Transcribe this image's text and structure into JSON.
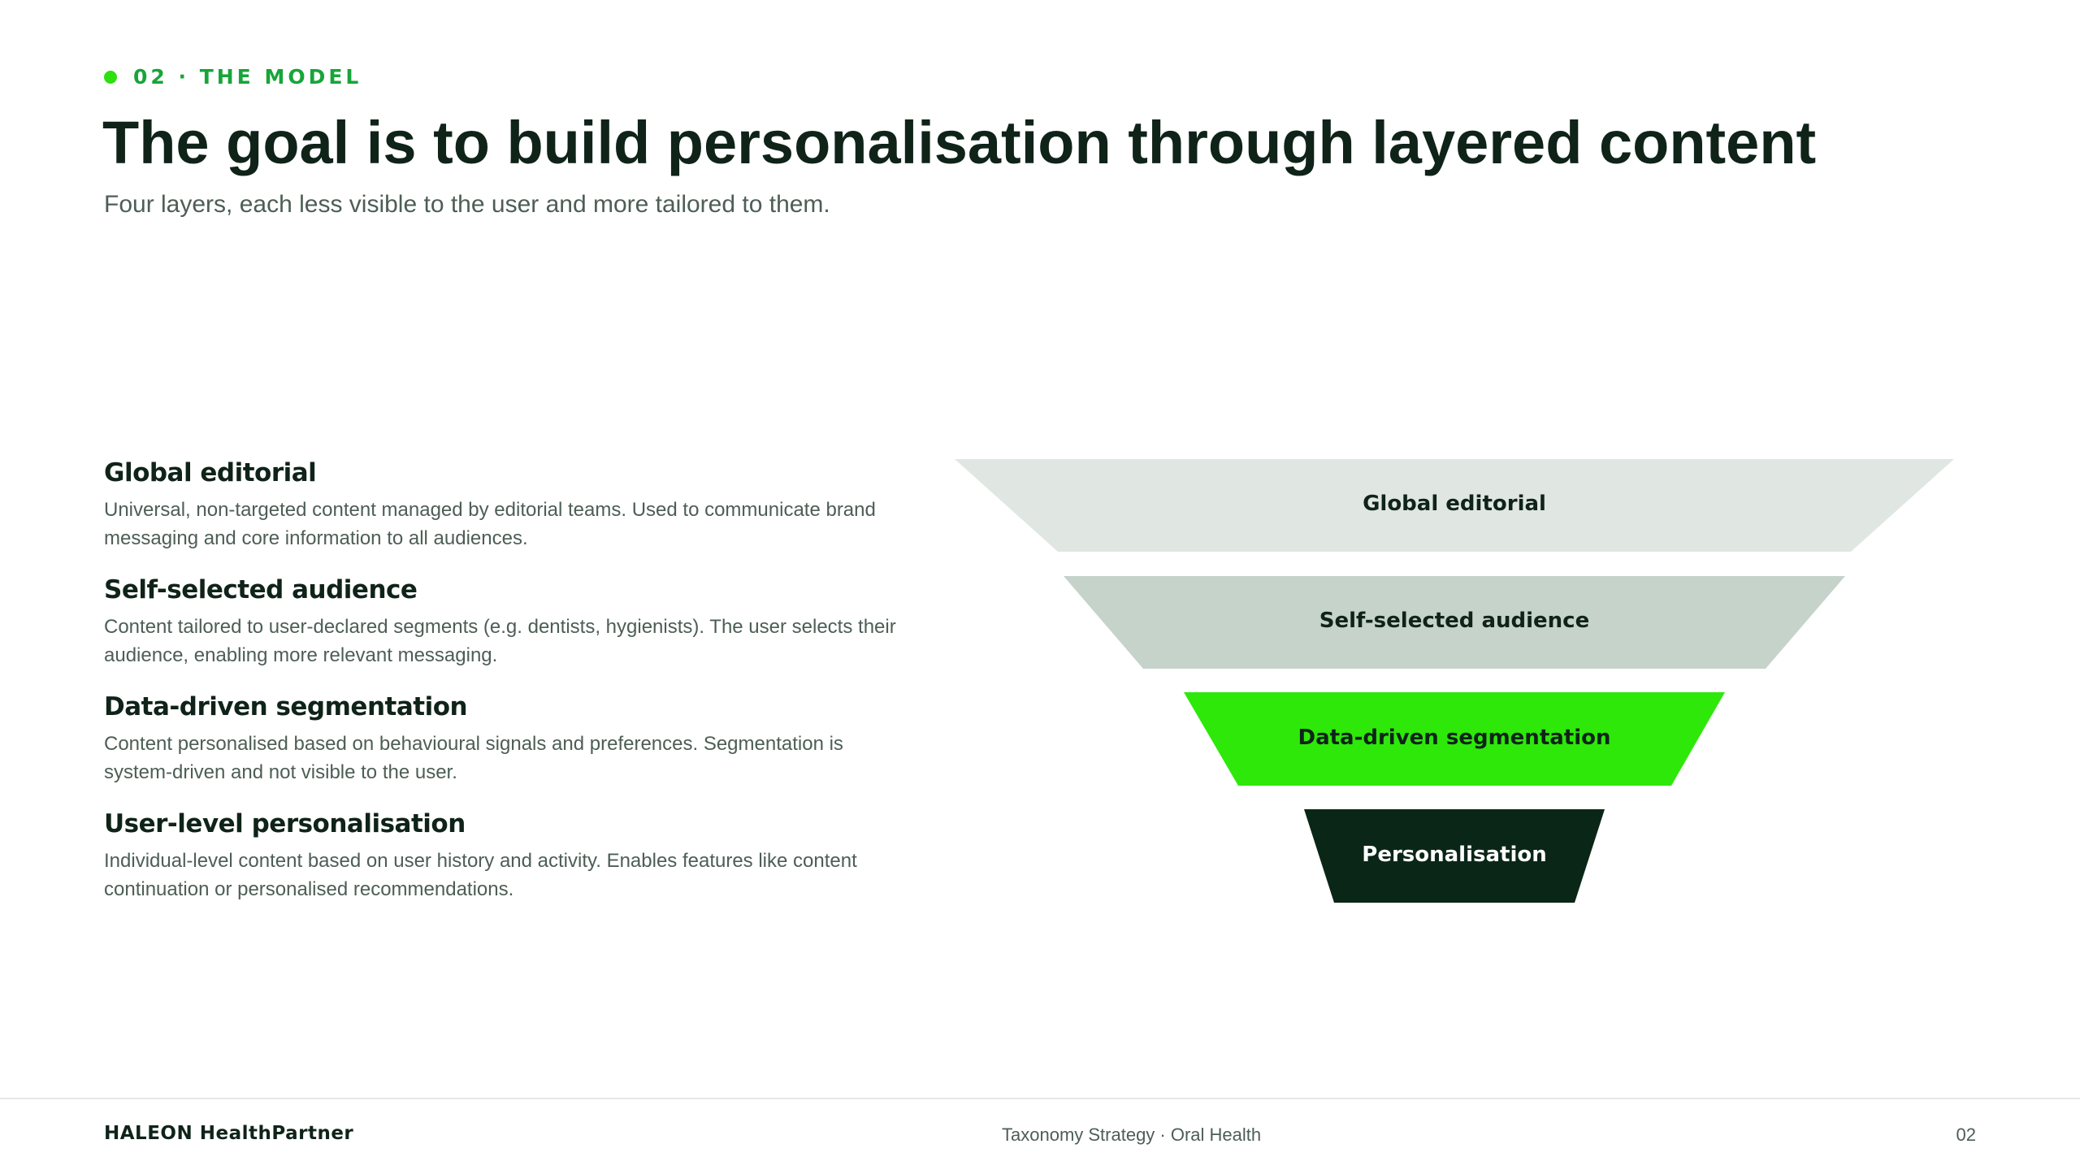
{
  "eyebrow": "02 · THE MODEL",
  "title": "The goal is to build personalisation through layered content",
  "subtitle": "Four layers, each less visible to the user and more tailored to them.",
  "layers": [
    {
      "title": "Global editorial",
      "desc": "Universal, non-targeted content managed by editorial teams. Used to communicate brand messaging and core information to all audiences."
    },
    {
      "title": "Self-selected audience",
      "desc": "Content tailored to user-declared segments (e.g. dentists, hygienists). The user selects their audience, enabling more relevant messaging."
    },
    {
      "title": "Data-driven segmentation",
      "desc": "Content personalised based on behavioural signals and preferences. Segmentation is system-driven and not visible to the user."
    },
    {
      "title": "User-level personalisation",
      "desc": "Individual-level content based on user history and activity. Enables features like content continuation or personalised recommendations."
    }
  ],
  "funnel": [
    {
      "label": "Global editorial",
      "color": "#e0e6e2",
      "text_color": "#0f2319"
    },
    {
      "label": "Self-selected audience",
      "color": "#c5d3cb",
      "text_color": "#0f2319"
    },
    {
      "label": "Data-driven segmentation",
      "color": "#2ee80a",
      "text_color": "#0f2319"
    },
    {
      "label": "Personalisation",
      "color": "#0a2617",
      "text_color": "#ffffff"
    }
  ],
  "footer": {
    "brand": "HALEON HealthPartner",
    "center": "Taxonomy Strategy · Oral Health",
    "page": "02"
  }
}
